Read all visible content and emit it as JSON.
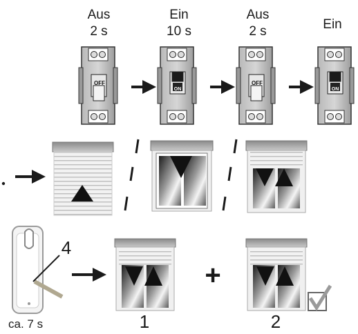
{
  "breakers": [
    {
      "state_label": "Aus",
      "duration": "2 s",
      "switch_text": "OFF"
    },
    {
      "state_label": "Ein",
      "duration": "10 s",
      "switch_text": "ON"
    },
    {
      "state_label": "Aus",
      "duration": "2 s",
      "switch_text": "OFF"
    },
    {
      "state_label": "Ein",
      "duration": "",
      "switch_text": "ON"
    }
  ],
  "remote": {
    "key_label": "4",
    "hold_time": "ca. 7 s"
  },
  "steps": [
    {
      "number": "1"
    },
    {
      "number": "2"
    }
  ],
  "plus_sign": "+",
  "colors": {
    "ink": "#1a1a1a",
    "gray": "#8c8c8c",
    "light_gray": "#d8d8d8",
    "check": "#9a9a9a"
  }
}
